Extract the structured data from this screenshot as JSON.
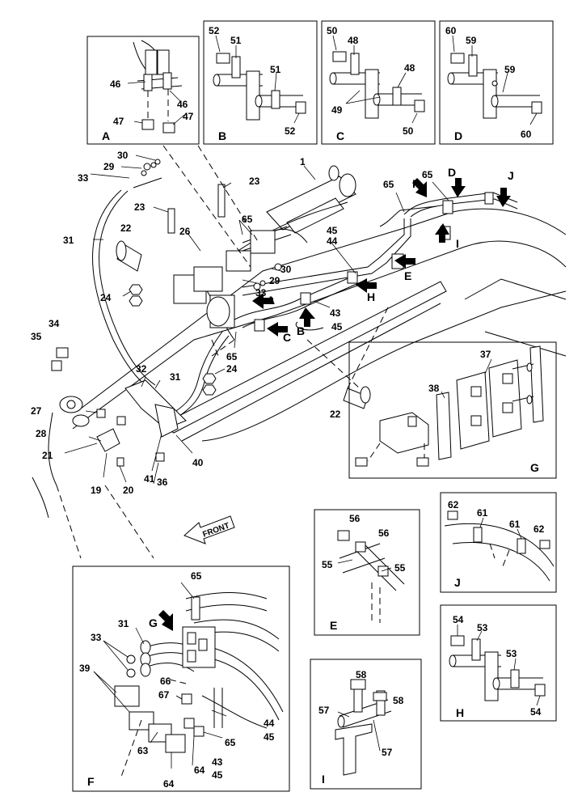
{
  "diagram": {
    "front_label": "FRONT",
    "view_labels": {
      "A": "A",
      "B": "B",
      "C": "C",
      "D": "D",
      "E": "E",
      "F": "F",
      "G": "G",
      "H": "H",
      "I": "I",
      "J": "J"
    },
    "arrow_labels": [
      "A",
      "B",
      "C",
      "D",
      "E",
      "F",
      "G",
      "H",
      "I",
      "J"
    ],
    "callouts": {
      "A": [
        "46",
        "46",
        "47",
        "47"
      ],
      "B": [
        "52",
        "51",
        "51",
        "52"
      ],
      "C": [
        "50",
        "48",
        "48",
        "49",
        "50"
      ],
      "D": [
        "60",
        "59",
        "59",
        "60"
      ],
      "main": [
        "1",
        "19",
        "20",
        "21",
        "22",
        "22",
        "23",
        "23",
        "24",
        "24",
        "26",
        "27",
        "28",
        "29",
        "29",
        "30",
        "30",
        "31",
        "31",
        "32",
        "33",
        "33",
        "34",
        "35",
        "36",
        "40",
        "41",
        "43",
        "45",
        "44",
        "45",
        "65",
        "65",
        "65",
        "65"
      ],
      "G": [
        "37",
        "38"
      ],
      "E": [
        "56",
        "56",
        "55",
        "55"
      ],
      "J": [
        "62",
        "61",
        "61",
        "62"
      ],
      "F": [
        "65",
        "31",
        "33",
        "39",
        "66",
        "67",
        "44",
        "45",
        "63",
        "65",
        "43",
        "45",
        "64",
        "64"
      ],
      "I": [
        "58",
        "58",
        "57",
        "57"
      ],
      "H": [
        "54",
        "53",
        "53",
        "54"
      ]
    }
  }
}
